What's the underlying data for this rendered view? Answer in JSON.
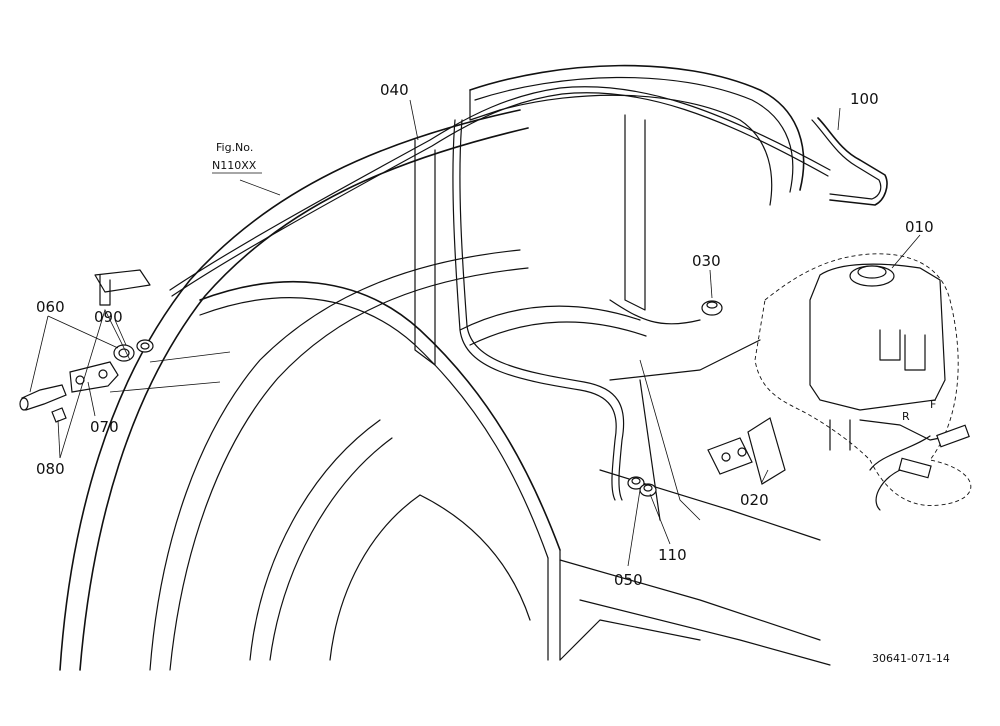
{
  "figure": {
    "fig_label": "Fig.No.",
    "fig_number": "N110XX",
    "drawing_code": "30641-071-14"
  },
  "callouts": {
    "c010": "010",
    "c020": "020",
    "c030": "030",
    "c040": "040",
    "c050": "050",
    "c060": "060",
    "c070": "070",
    "c080": "080",
    "c090": "090",
    "c100": "100",
    "c110": "110"
  },
  "tank_marks": {
    "r": "R",
    "f": "F"
  }
}
